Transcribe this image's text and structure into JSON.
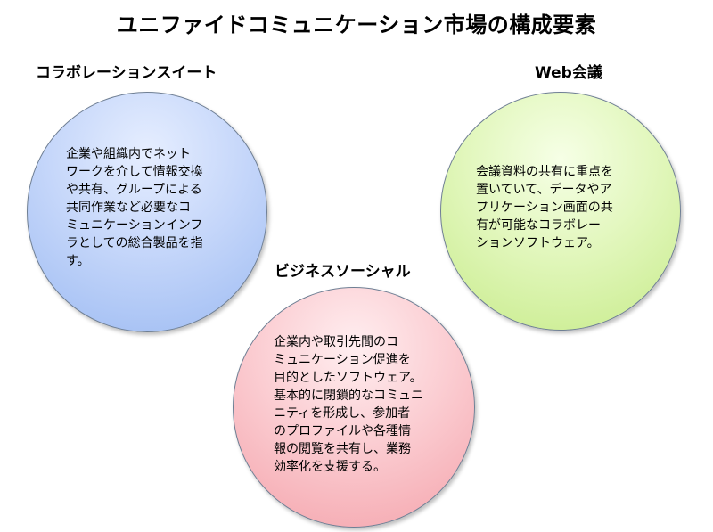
{
  "title": "ユニファイドコミュニケーション市場の構成要素",
  "segments": {
    "collaboration_suite": {
      "heading": "コラボレーションスイート",
      "lines": [
        "企業や組織内でネット",
        "ワークを介して情報交換",
        "や共有、グループによる",
        "共同作業など必要なコ",
        "ミュニケーションインフ",
        "ラとしての総合製品を指",
        "す。"
      ]
    },
    "web_conference": {
      "heading": "Web会議",
      "lines": [
        "会議資料の共有に重点を",
        "置いていて、データやア",
        "プリケーション画面の共",
        "有が可能なコラボレー",
        "ションソフトウェア。"
      ]
    },
    "business_social": {
      "heading": "ビジネスソーシャル",
      "lines": [
        "企業内や取引先間のコ",
        "ミュニケーション促進を",
        "目的としたソフトウェア。",
        "基本的に閉鎖的なコミュニ",
        "ニティを形成し、参加者",
        "のプロファイルや各種情",
        "報の閲覧を共有し、業務",
        "効率化を支援する。"
      ]
    }
  },
  "colors": {
    "collaboration_suite": "#b7ccf7",
    "web_conference": "#d8f3a8",
    "business_social": "#f9bcc3",
    "circle_border": "#6f7f94"
  }
}
